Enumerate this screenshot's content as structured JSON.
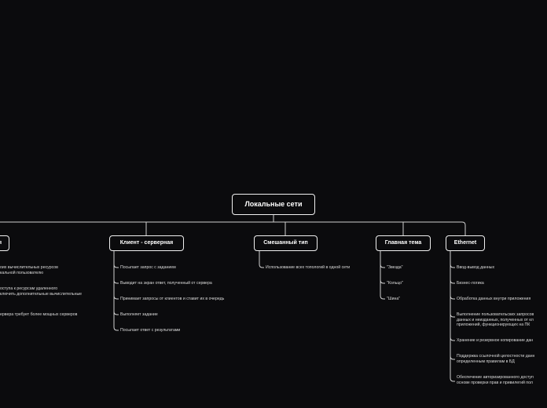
{
  "root": {
    "label": "Локальные сети"
  },
  "branches": [
    {
      "label": "я",
      "items": [
        "оих вычислительных ресурсов\nкальной пользователю",
        "оступа к ресурсам удаленного\nключить дополнительные вычислительные",
        "ервера требует более мощных серверов"
      ]
    },
    {
      "label": "Клиент - серверная",
      "items": [
        "Посылает запрос с заданием",
        "Выводит на экран ответ, полученный от сервера",
        "Принимает запросы от клиентов и ставит их в очередь",
        "Выполняет задание",
        "Посылает ответ с результатами"
      ]
    },
    {
      "label": "Смешанный тип",
      "items": [
        "Использование всех топологий в одной сети"
      ]
    },
    {
      "label": "Главная тема",
      "items": [
        "\"Звезда\"",
        "\"Кольцо\"",
        "\"Шина\""
      ]
    },
    {
      "label": "Ethernet",
      "items": [
        "Ввод-вывод данных",
        "Бизнес-логика",
        "Обработка данных внутри приложения",
        "Выполнение пользовательских запросов\nданных и неизданных, полученных от кл\nприложений, функционирующих на ПК",
        "Хранение и резервное копирование дан",
        "Поддержка ссылочной целостности данн\nопределенным правилам в БД",
        "Обеспечение авторизированного доступ\nоснове проверки прав и привилегий пол"
      ]
    }
  ]
}
